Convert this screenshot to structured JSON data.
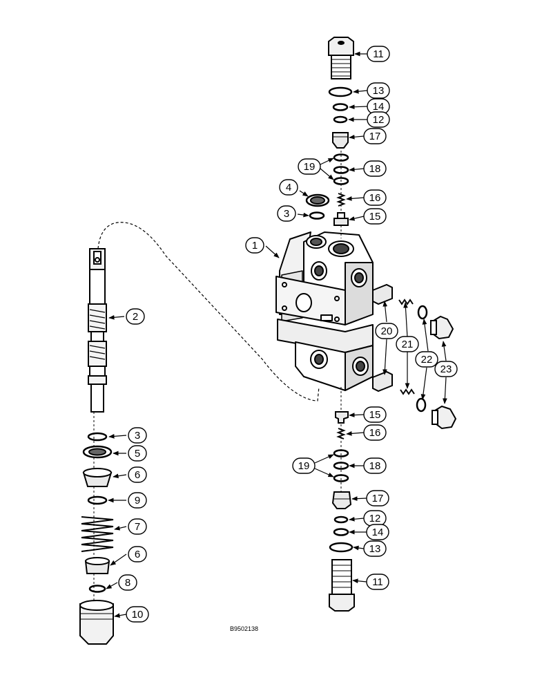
{
  "diagram": {
    "figure_code": "B9502138",
    "callouts": [
      {
        "id": "c11-top",
        "label": "11"
      },
      {
        "id": "c13-top",
        "label": "13"
      },
      {
        "id": "c14-top",
        "label": "14"
      },
      {
        "id": "c12-top",
        "label": "12"
      },
      {
        "id": "c17-top",
        "label": "17"
      },
      {
        "id": "c19-top",
        "label": "19"
      },
      {
        "id": "c18-top",
        "label": "18"
      },
      {
        "id": "c4",
        "label": "4"
      },
      {
        "id": "c16-top",
        "label": "16"
      },
      {
        "id": "c3-top",
        "label": "3"
      },
      {
        "id": "c15-top",
        "label": "15"
      },
      {
        "id": "c1",
        "label": "1"
      },
      {
        "id": "c2",
        "label": "2"
      },
      {
        "id": "c20",
        "label": "20"
      },
      {
        "id": "c21",
        "label": "21"
      },
      {
        "id": "c22",
        "label": "22"
      },
      {
        "id": "c23",
        "label": "23"
      },
      {
        "id": "c15-bot",
        "label": "15"
      },
      {
        "id": "c3-bot",
        "label": "3"
      },
      {
        "id": "c16-bot",
        "label": "16"
      },
      {
        "id": "c5",
        "label": "5"
      },
      {
        "id": "c19-bot",
        "label": "19"
      },
      {
        "id": "c18-bot",
        "label": "18"
      },
      {
        "id": "c6-top",
        "label": "6"
      },
      {
        "id": "c17-bot",
        "label": "17"
      },
      {
        "id": "c9",
        "label": "9"
      },
      {
        "id": "c12-bot",
        "label": "12"
      },
      {
        "id": "c7",
        "label": "7"
      },
      {
        "id": "c14-bot",
        "label": "14"
      },
      {
        "id": "c13-bot",
        "label": "13"
      },
      {
        "id": "c6-bot",
        "label": "6"
      },
      {
        "id": "c11-bot",
        "label": "11"
      },
      {
        "id": "c8",
        "label": "8"
      },
      {
        "id": "c10",
        "label": "10"
      }
    ]
  }
}
